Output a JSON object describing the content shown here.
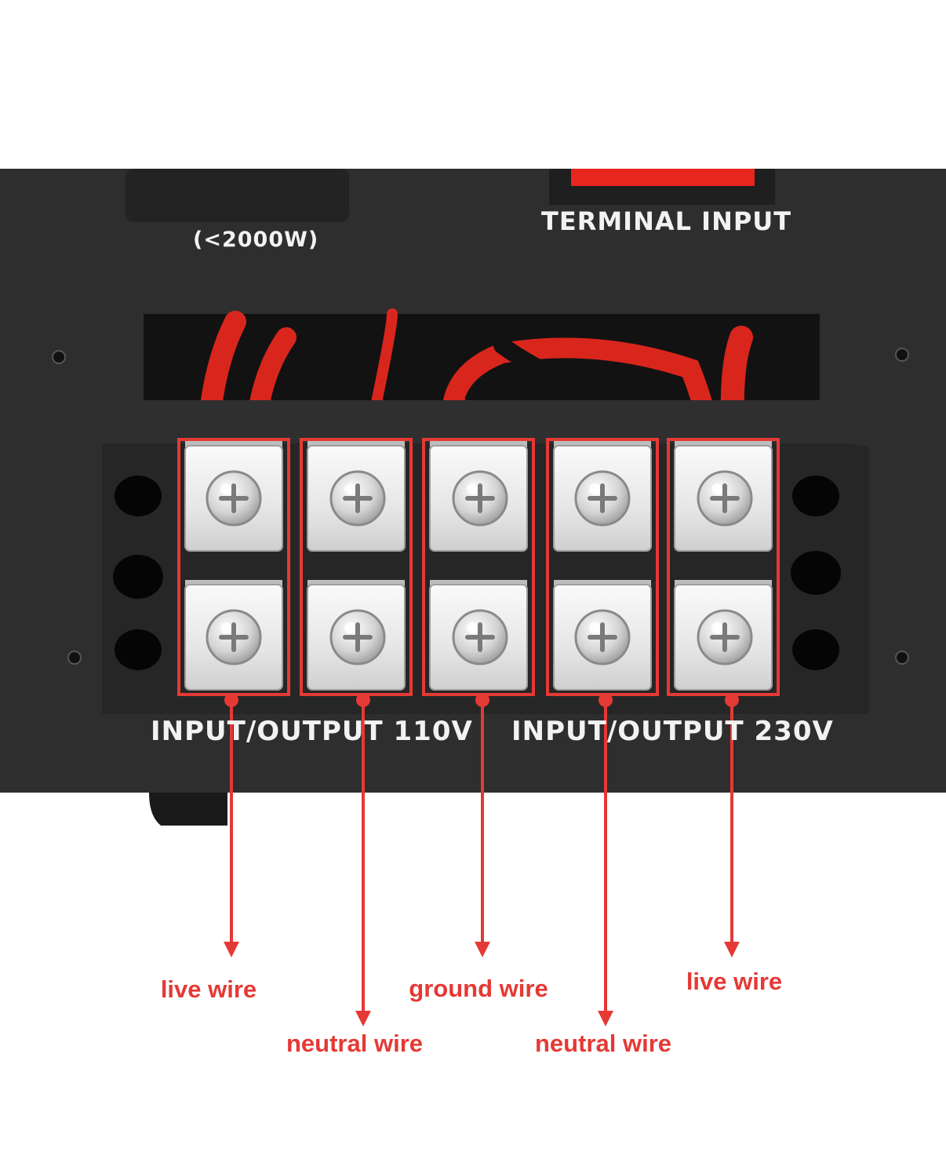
{
  "device": {
    "power_rating_label": "(<2000W)",
    "terminal_input_label": "TERMINAL INPUT",
    "group_110_label": "INPUT/OUTPUT 110V",
    "group_230_label": "INPUT/OUTPUT 230V"
  },
  "callouts": [
    {
      "label": "live wire"
    },
    {
      "label": "neutral wire"
    },
    {
      "label": "ground wire"
    },
    {
      "label": "neutral wire"
    },
    {
      "label": "live wire"
    }
  ],
  "colors": {
    "highlight": "#e53935",
    "panel": "#2b2b2b",
    "label_text": "#f2f2f2",
    "red_wire": "#d9261c",
    "black_wire": "#111111"
  }
}
